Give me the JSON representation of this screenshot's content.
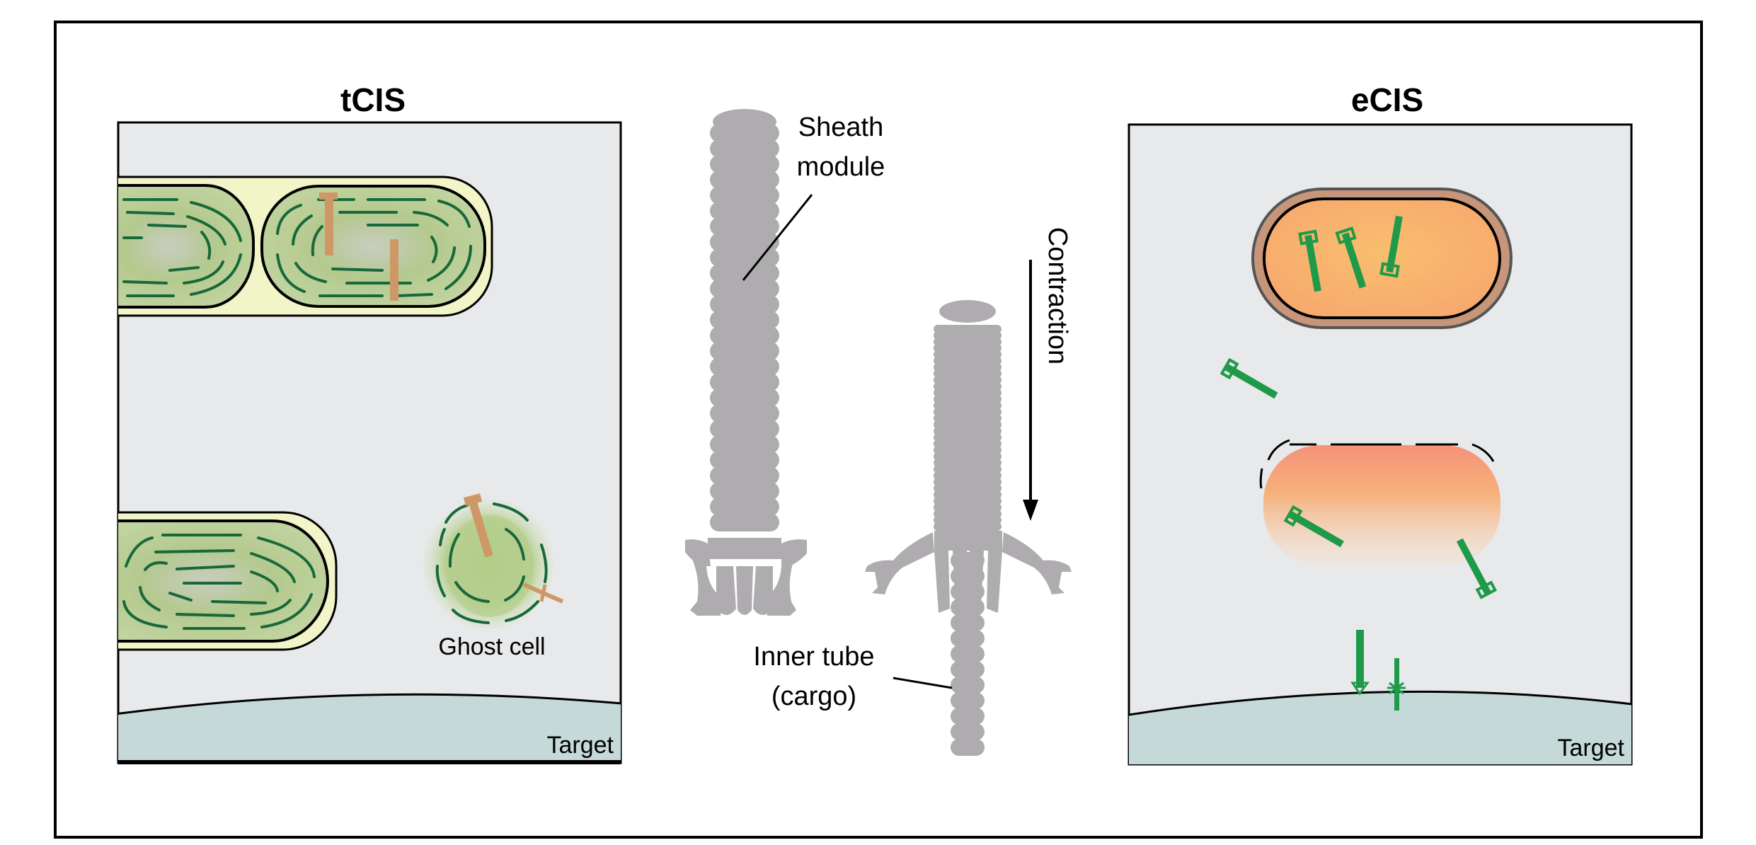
{
  "left_panel": {
    "title": "tCIS",
    "ghost_cell_label": "Ghost cell",
    "target_label": "Target"
  },
  "center": {
    "sheath_label_line1": "Sheath",
    "sheath_label_line2": "module",
    "contraction_label": "Contraction",
    "inner_tube_line1": "Inner tube",
    "inner_tube_line2": "(cargo)"
  },
  "right_panel": {
    "title": "eCIS",
    "target_label": "Target"
  },
  "colors": {
    "panel_bg": "#e8e9eb",
    "target": "#c5d9d8",
    "sheath_gray": "#aeacaf",
    "green": "#1f9a49",
    "cell_border_tan": "#b88c6c",
    "orange": "#f6b072"
  }
}
